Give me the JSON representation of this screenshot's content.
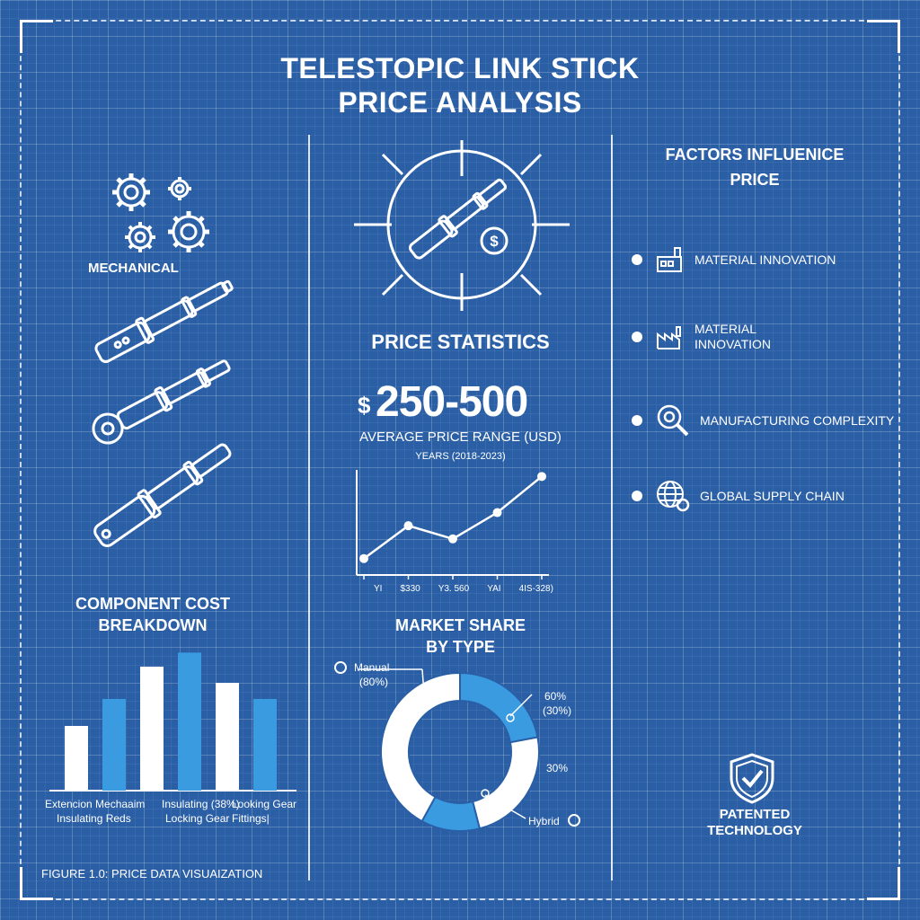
{
  "header": {
    "title_line1": "TELESTOPIC LINK STICK",
    "title_line2": "PRICE ANALYSIS"
  },
  "left": {
    "mechanical_label": "MECHANICAL",
    "component_title_line1": "COMPONENT COST",
    "component_title_line2": "BREAKDOWN",
    "bar_labels": [
      "Extencion Mechaaim",
      "Insulating (38%)",
      "Looking Gear",
      "Insulating Reds",
      "Locking Gear",
      "Fittings|"
    ]
  },
  "center": {
    "stats_title": "PRICE STATISTICS",
    "currency": "$",
    "price_range": "250-500",
    "price_caption": "AVERAGE PRICE RANGE (USD)",
    "years_caption": "YEARS (2018-2023)",
    "x_tick_labels": [
      "YI",
      "$330",
      "Y3. 560",
      "YAI",
      "4IS-328)"
    ],
    "market_title_line1": "MARKET SHARE",
    "market_title_line2": "BY TYPE",
    "market_labels": {
      "manual": "Manual",
      "manual_pct": "(80%)",
      "right_pct": "60%",
      "right_pct2": "(30%)",
      "mid_pct": "30%",
      "hybrid": "Hybrid"
    }
  },
  "right": {
    "factors_title_line1": "FACTORS INFLUENICE",
    "factors_title_line2": "PRICE",
    "factors": [
      {
        "label": "MATERIAL INNOVATION",
        "icon": "factory-icon"
      },
      {
        "label_line1": "MATERIAL",
        "label_line2": "INNOVATION",
        "icon": "factory-icon"
      },
      {
        "label": "MANUFACTURING COMPLEXITY",
        "icon": "magnifier-gear-icon"
      },
      {
        "label": "GLOBAL SUPPLY CHAIN",
        "icon": "globe-gear-icon"
      }
    ],
    "patent_line1": "PATENTED",
    "patent_line2": "TECHNOLOGY"
  },
  "footer": {
    "caption": "FIGURE 1.0:  PRICE DATA VISUAIZATION"
  },
  "chart_data": [
    {
      "type": "bar",
      "title": "COMPONENT COST BREAKDOWN",
      "series": [
        {
          "values": [
            60,
            85,
            115,
            128,
            100,
            85
          ]
        }
      ],
      "colors": [
        "#ffffff",
        "#3a9be0",
        "#ffffff",
        "#3a9be0",
        "#ffffff",
        "#3a9be0"
      ]
    },
    {
      "type": "line",
      "title": "PRICE STATISTICS",
      "values": [
        250,
        350,
        310,
        390,
        500
      ],
      "ylim": [
        200,
        520
      ]
    },
    {
      "type": "pie",
      "title": "MARKET SHARE BY TYPE",
      "slices": [
        {
          "label": "Manual",
          "value": 22,
          "color": "#3a9be0"
        },
        {
          "label": "60%",
          "value": 24,
          "color": "#ffffff"
        },
        {
          "label": "30%",
          "value": 12,
          "color": "#3a9be0"
        },
        {
          "label": "Hybrid",
          "value": 42,
          "color": "#ffffff"
        }
      ]
    }
  ]
}
